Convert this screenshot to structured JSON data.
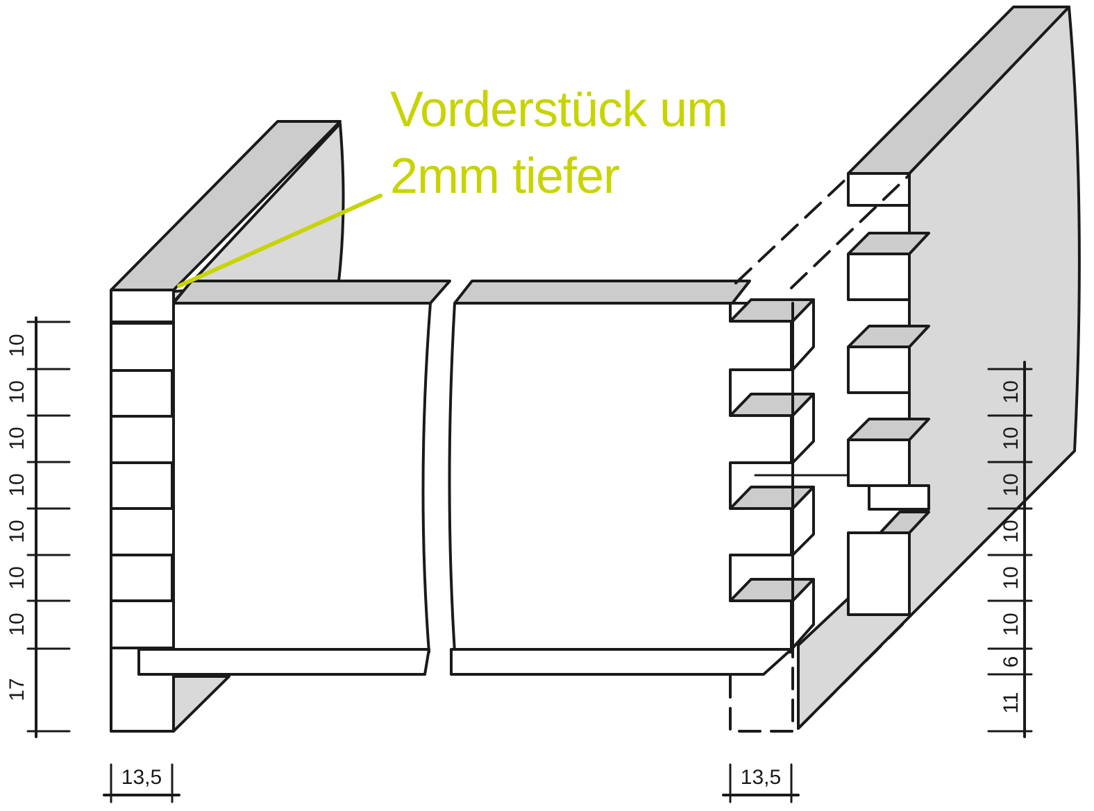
{
  "annotation": {
    "line1": "Vorderstück um",
    "line2": "2mm tiefer",
    "color": "#c8d400"
  },
  "left_dimensions": {
    "labels": [
      "10",
      "10",
      "10",
      "10",
      "10",
      "10",
      "10",
      "17"
    ],
    "bottom": "13,5"
  },
  "right_dimensions": {
    "labels": [
      "10",
      "10",
      "10",
      "10",
      "10",
      "10",
      "6",
      "11"
    ],
    "bottom": "13,5"
  }
}
